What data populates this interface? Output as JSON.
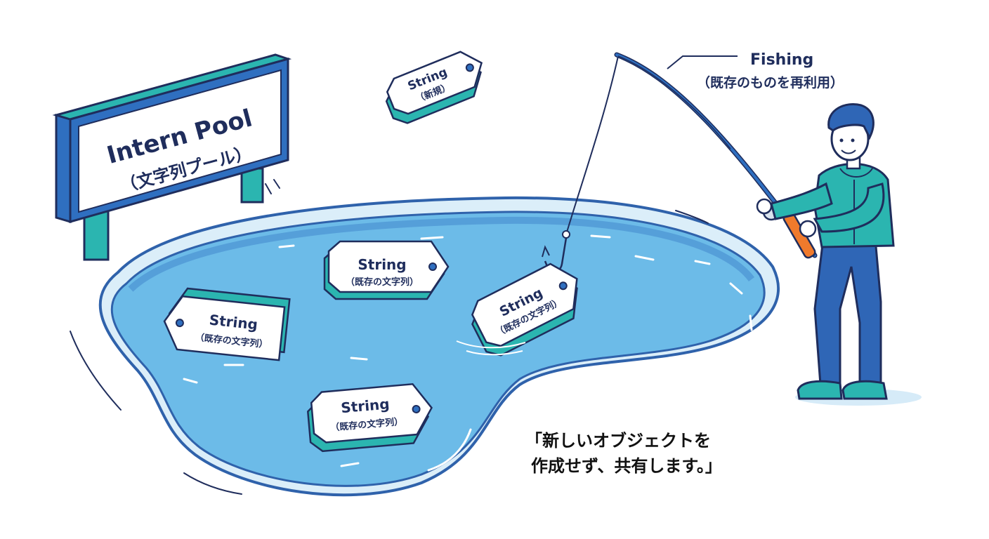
{
  "sign": {
    "title": "Intern Pool",
    "subtitle": "（文字列プール）"
  },
  "fishing": {
    "label": "Fishing",
    "note": "（既存のものを再利用）"
  },
  "tags": {
    "new_tag": {
      "title": "String",
      "sub": "（新規）"
    },
    "pool_tag_1": {
      "title": "String",
      "sub": "（既存の文字列）"
    },
    "pool_tag_2": {
      "title": "String",
      "sub": "（既存の文字列）"
    },
    "pool_tag_3": {
      "title": "String",
      "sub": "（既存の文字列）"
    },
    "hooked_tag": {
      "title": "String",
      "sub": "（既存の文字列）"
    }
  },
  "quote": {
    "line1": "「新しいオブジェクトを",
    "line2": "作成せず、共有します。」"
  },
  "colors": {
    "navy": "#1f2d5c",
    "pond_fill": "#6cbbe8",
    "pond_rim": "#2f62ab",
    "teal": "#27b3b0",
    "sign_blue": "#2f6fc0",
    "jacket": "#2bb5b0",
    "jeans": "#2f66b6",
    "rod_handle": "#f07a2c"
  }
}
